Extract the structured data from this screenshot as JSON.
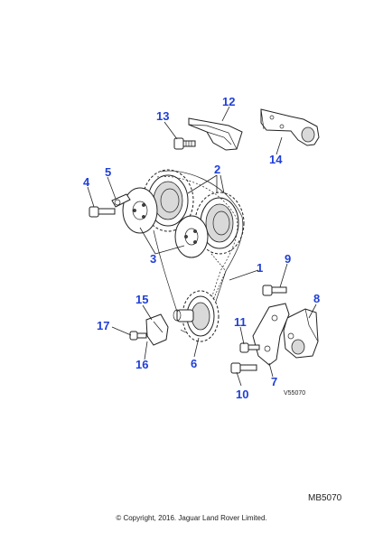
{
  "diagram": {
    "callouts": [
      {
        "id": "c1",
        "label": "1"
      },
      {
        "id": "c2",
        "label": "2"
      },
      {
        "id": "c3",
        "label": "3"
      },
      {
        "id": "c4",
        "label": "4"
      },
      {
        "id": "c5",
        "label": "5"
      },
      {
        "id": "c6",
        "label": "6"
      },
      {
        "id": "c7",
        "label": "7"
      },
      {
        "id": "c8",
        "label": "8"
      },
      {
        "id": "c9",
        "label": "9"
      },
      {
        "id": "c10",
        "label": "10"
      },
      {
        "id": "c11",
        "label": "11"
      },
      {
        "id": "c12",
        "label": "12"
      },
      {
        "id": "c13",
        "label": "13"
      },
      {
        "id": "c14",
        "label": "14"
      },
      {
        "id": "c15",
        "label": "15"
      },
      {
        "id": "c16",
        "label": "16"
      },
      {
        "id": "c17",
        "label": "17"
      }
    ],
    "drawing_ref": "V55070",
    "code": "MB5070",
    "copyright": "© Copyright, 2016. Jaguar Land Rover Limited.",
    "callout_color": "#1f3fd6"
  }
}
